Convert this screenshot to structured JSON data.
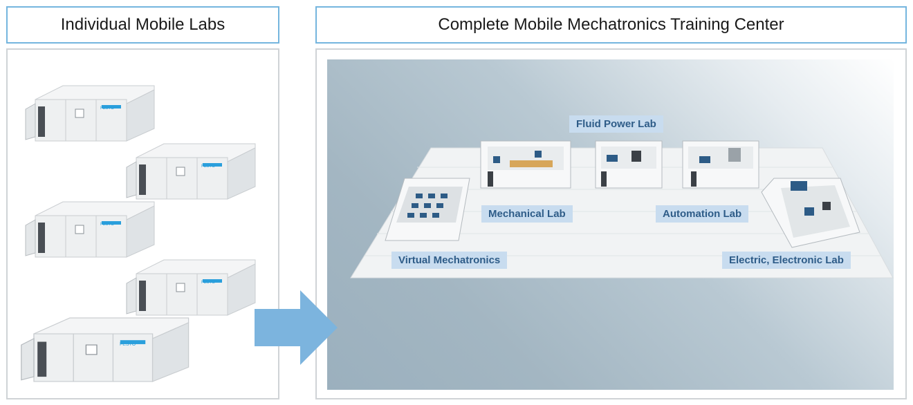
{
  "left_title": "Individual Mobile Labs",
  "right_title": "Complete Mobile Mechatronics Training Center",
  "brand": "FESTO",
  "labs": {
    "fluid_power": "Fluid Power Lab",
    "mechanical": "Mechanical Lab",
    "automation": "Automation Lab",
    "virtual": "Virtual Mechatronics",
    "electric": "Electric, Electronic Lab"
  },
  "colors": {
    "title_border": "#74b5de",
    "panel_border": "#cfd3d6",
    "arrow": "#7cb4de",
    "label_bg": "#c8dcef",
    "label_text": "#2e5c88"
  }
}
